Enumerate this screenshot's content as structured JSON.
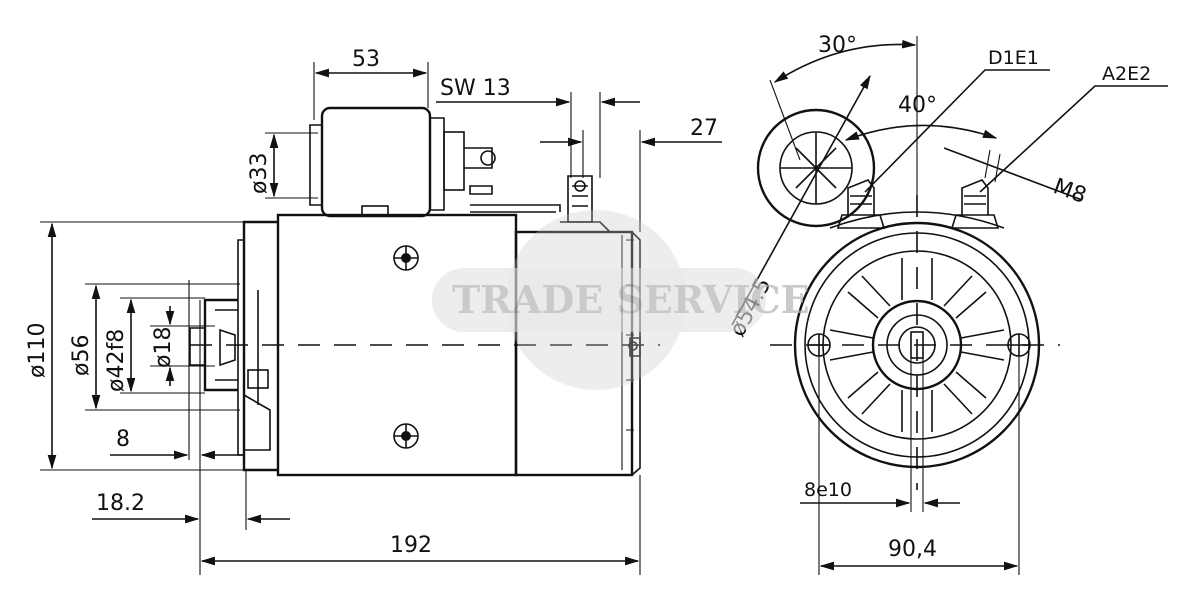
{
  "watermark": {
    "text": "TRADE SERVICE"
  },
  "side_view": {
    "dims": {
      "d53": "53",
      "sw13": "SW 13",
      "d27": "27",
      "phi33": "ø33",
      "phi110": "ø110",
      "phi56": "ø56",
      "phi42f8": "ø42f8",
      "phi18": "ø18",
      "d8": "8",
      "d18_2": "18.2",
      "d192": "192"
    }
  },
  "end_view": {
    "dims": {
      "a30": "30°",
      "a40": "40°",
      "phi54_5": "ø54.5",
      "m8": "M8",
      "d8e10": "8e10",
      "d90_4": "90,4"
    },
    "terminals": {
      "d1e1": "D1E1",
      "a2e2": "A2E2"
    }
  }
}
